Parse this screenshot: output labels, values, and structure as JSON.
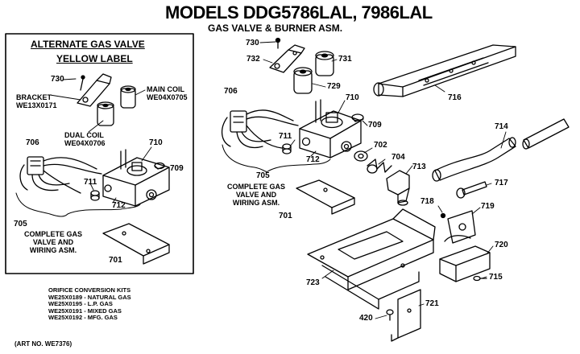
{
  "header": {
    "title": "MODELS DDG5786LAL, 7986LAL",
    "subtitle": "GAS VALVE & BURNER ASM."
  },
  "alternate_box": {
    "title_line1": "ALTERNATE GAS VALVE",
    "title_line2": "YELLOW LABEL",
    "bracket_label": [
      "BRACKET",
      "WE13X0171"
    ],
    "main_coil_label": [
      "MAIN COIL",
      "WE04X0705"
    ],
    "dual_coil_label": [
      "DUAL COIL",
      "WE04X0706"
    ],
    "assembly_label": [
      "COMPLETE GAS",
      "VALVE AND",
      "WIRING ASM."
    ],
    "parts": {
      "p730": "730",
      "p706": "706",
      "p710": "710",
      "p709": "709",
      "p711": "711",
      "p712": "712",
      "p705": "705",
      "p701": "701"
    }
  },
  "main_assembly": {
    "assembly_label": [
      "COMPLETE GAS",
      "VALVE AND",
      "WIRING ASM."
    ],
    "parts": {
      "p730": "730",
      "p732": "732",
      "p731": "731",
      "p729": "729",
      "p706": "706",
      "p710": "710",
      "p709": "709",
      "p711": "711",
      "p712": "712",
      "p702": "702",
      "p704": "704",
      "p713": "713",
      "p705": "705",
      "p701": "701",
      "p716": "716",
      "p714": "714",
      "p717": "717",
      "p718": "718",
      "p719": "719",
      "p720": "720",
      "p723": "723",
      "p715": "715",
      "p721": "721",
      "p420": "420"
    }
  },
  "orifice_kits": {
    "title": "ORIFICE CONVERSION KITS",
    "lines": [
      "WE25X0189 - NATURAL GAS",
      "WE25X0195 - L.P. GAS",
      "WE25X0191 - MIXED GAS",
      "WE25X0192 - MFG. GAS"
    ]
  },
  "art_no": "(ART NO. WE7376)"
}
